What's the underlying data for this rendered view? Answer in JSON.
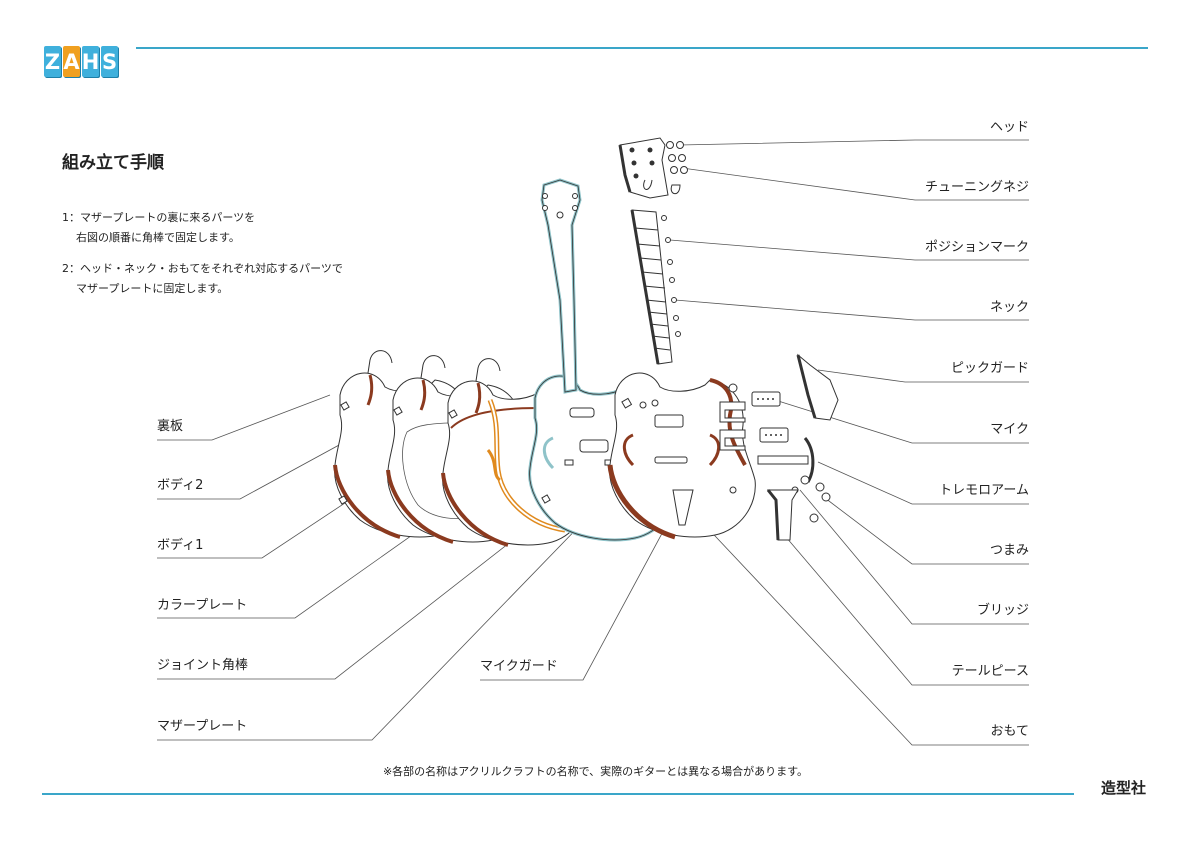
{
  "logo": {
    "letters": [
      "Z",
      "A",
      "H",
      "S"
    ],
    "colors": [
      "#3fb0dc",
      "#f0a020",
      "#3fb0dc",
      "#3fb0dc"
    ]
  },
  "title": "組み立て手順",
  "steps": [
    {
      "line1": "1：マザープレートの裏に来るパーツを",
      "line2": "右図の順番に角棒で固定します。"
    },
    {
      "line1": "2：ヘッド・ネック・おもてをそれぞれ対応するパーツで",
      "line2": "マザープレートに固定します。"
    }
  ],
  "labels_left": [
    "裏板",
    "ボディ2",
    "ボディ1",
    "カラープレート",
    "ジョイント角棒",
    "マザープレート"
  ],
  "label_center": "マイクガード",
  "labels_right": [
    "ヘッド",
    "チューニングネジ",
    "ポジションマーク",
    "ネック",
    "ピックガード",
    "マイク",
    "トレモロアーム",
    "つまみ",
    "ブリッジ",
    "テールピース",
    "おもて"
  ],
  "footnote": "※各部の名称はアクリルクラフトの名称で、実際のギターとは異なる場合があります。",
  "publisher": "造型社",
  "colors": {
    "accent_line": "#3aa6c9",
    "wood": "#8b3a1f",
    "orange": "#e08a1e",
    "teal": "#8fc3c9"
  }
}
